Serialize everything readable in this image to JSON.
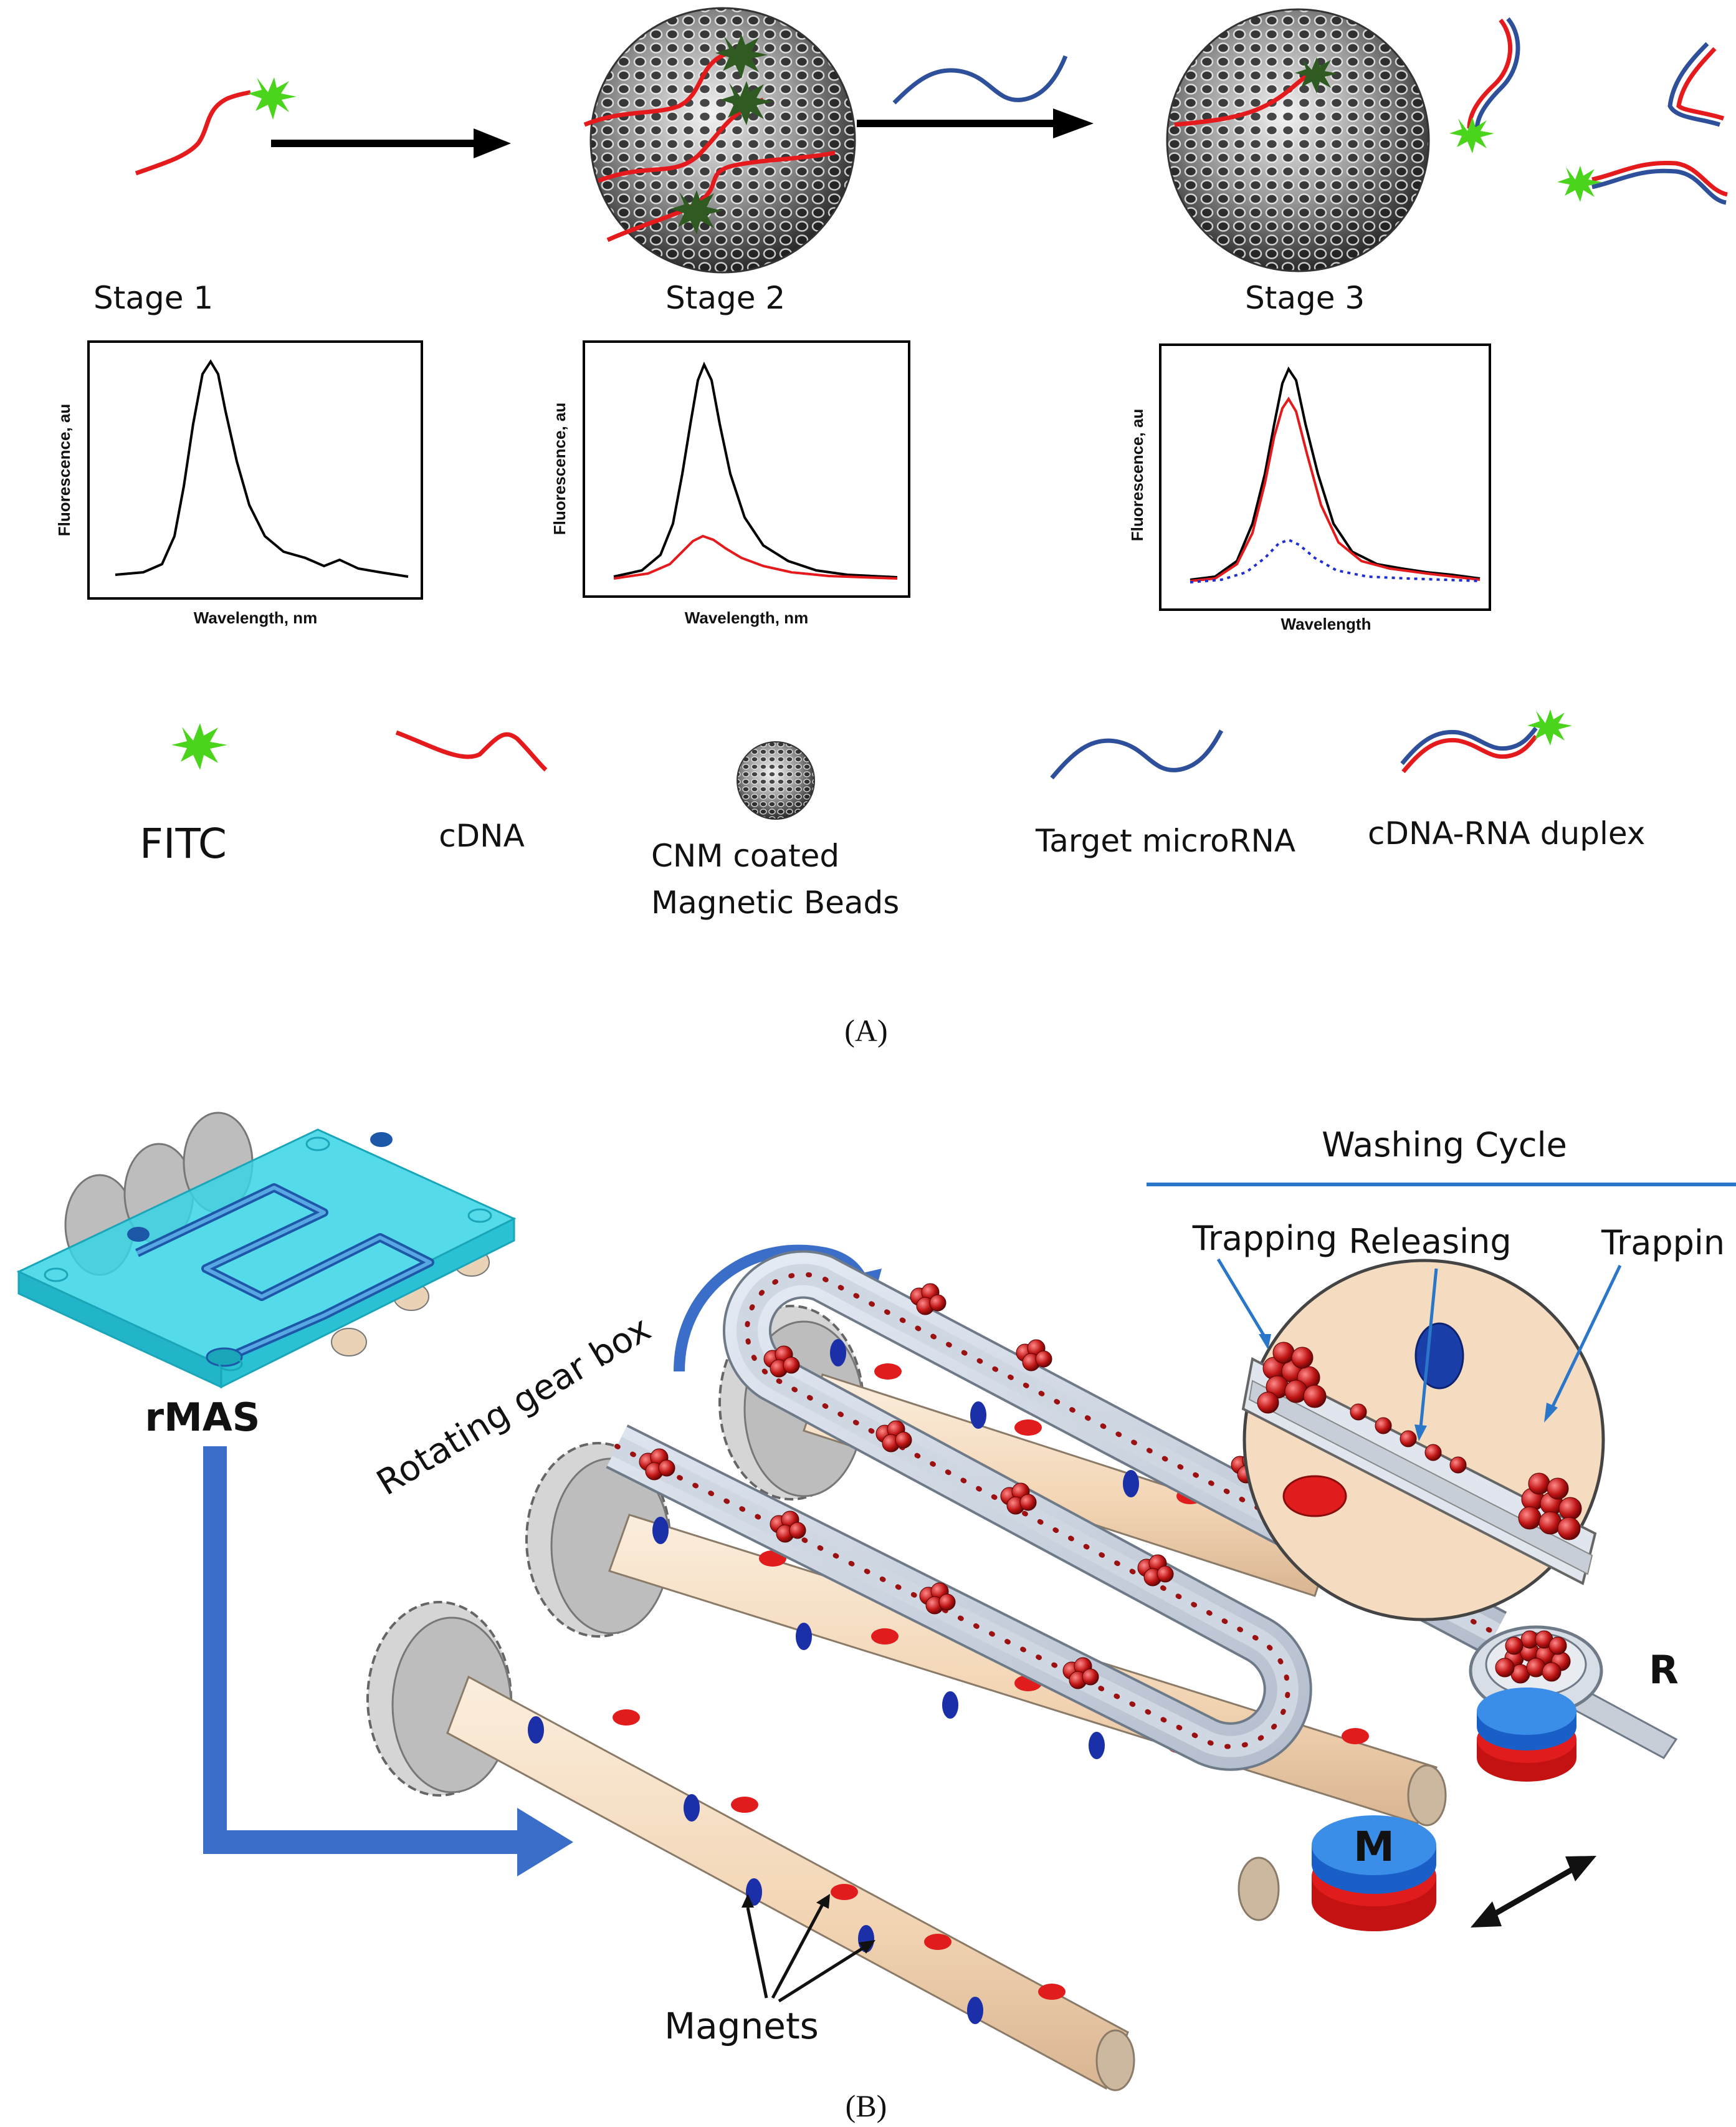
{
  "panel_a": {
    "stages": [
      {
        "label": "Stage 1"
      },
      {
        "label": "Stage 2"
      },
      {
        "label": "Stage 3"
      }
    ],
    "plots": [
      {
        "ylabel": "Fluorescence, au",
        "xlabel": "Wavelength, nm"
      },
      {
        "ylabel": "Fluorescence, au",
        "xlabel": "Wavelength, nm"
      },
      {
        "ylabel": "Fluorescence, au",
        "xlabel": "Wavelength"
      }
    ],
    "legend": {
      "fitc": "FITC",
      "cdna": "cDNA",
      "cnm_line1": "CNM coated",
      "cnm_line2": "Magnetic Beads",
      "target": "Target microRNA",
      "duplex": "cDNA-RNA duplex"
    },
    "panel_label": "(A)",
    "colors": {
      "cdna": "#e41a1c",
      "rna": "#2e4f9a",
      "fitc": "#4ad41c",
      "fitc_dark": "#2f5a22",
      "curve_black": "#000000",
      "curve_red": "#e41a1c",
      "curve_blue": "#1f2fd0"
    }
  },
  "panel_b": {
    "rmas_label": "rMAS",
    "gearbox_label": "Rotating gear box",
    "washing_title": "Washing Cycle",
    "trapping_left": "Trapping",
    "releasing": "Releasing",
    "trapping_right": "Trappin",
    "magnets_label": "Magnets",
    "r_label": "R",
    "m_label": "M",
    "panel_label": "(B)",
    "colors": {
      "chip": "#37d3e6",
      "rod": "#f5dcc0",
      "bead": "#b01010",
      "magnet_blue": "#1a4fd6",
      "magnet_red": "#e01c1c",
      "arrow_blue": "#3a6ec8"
    }
  }
}
